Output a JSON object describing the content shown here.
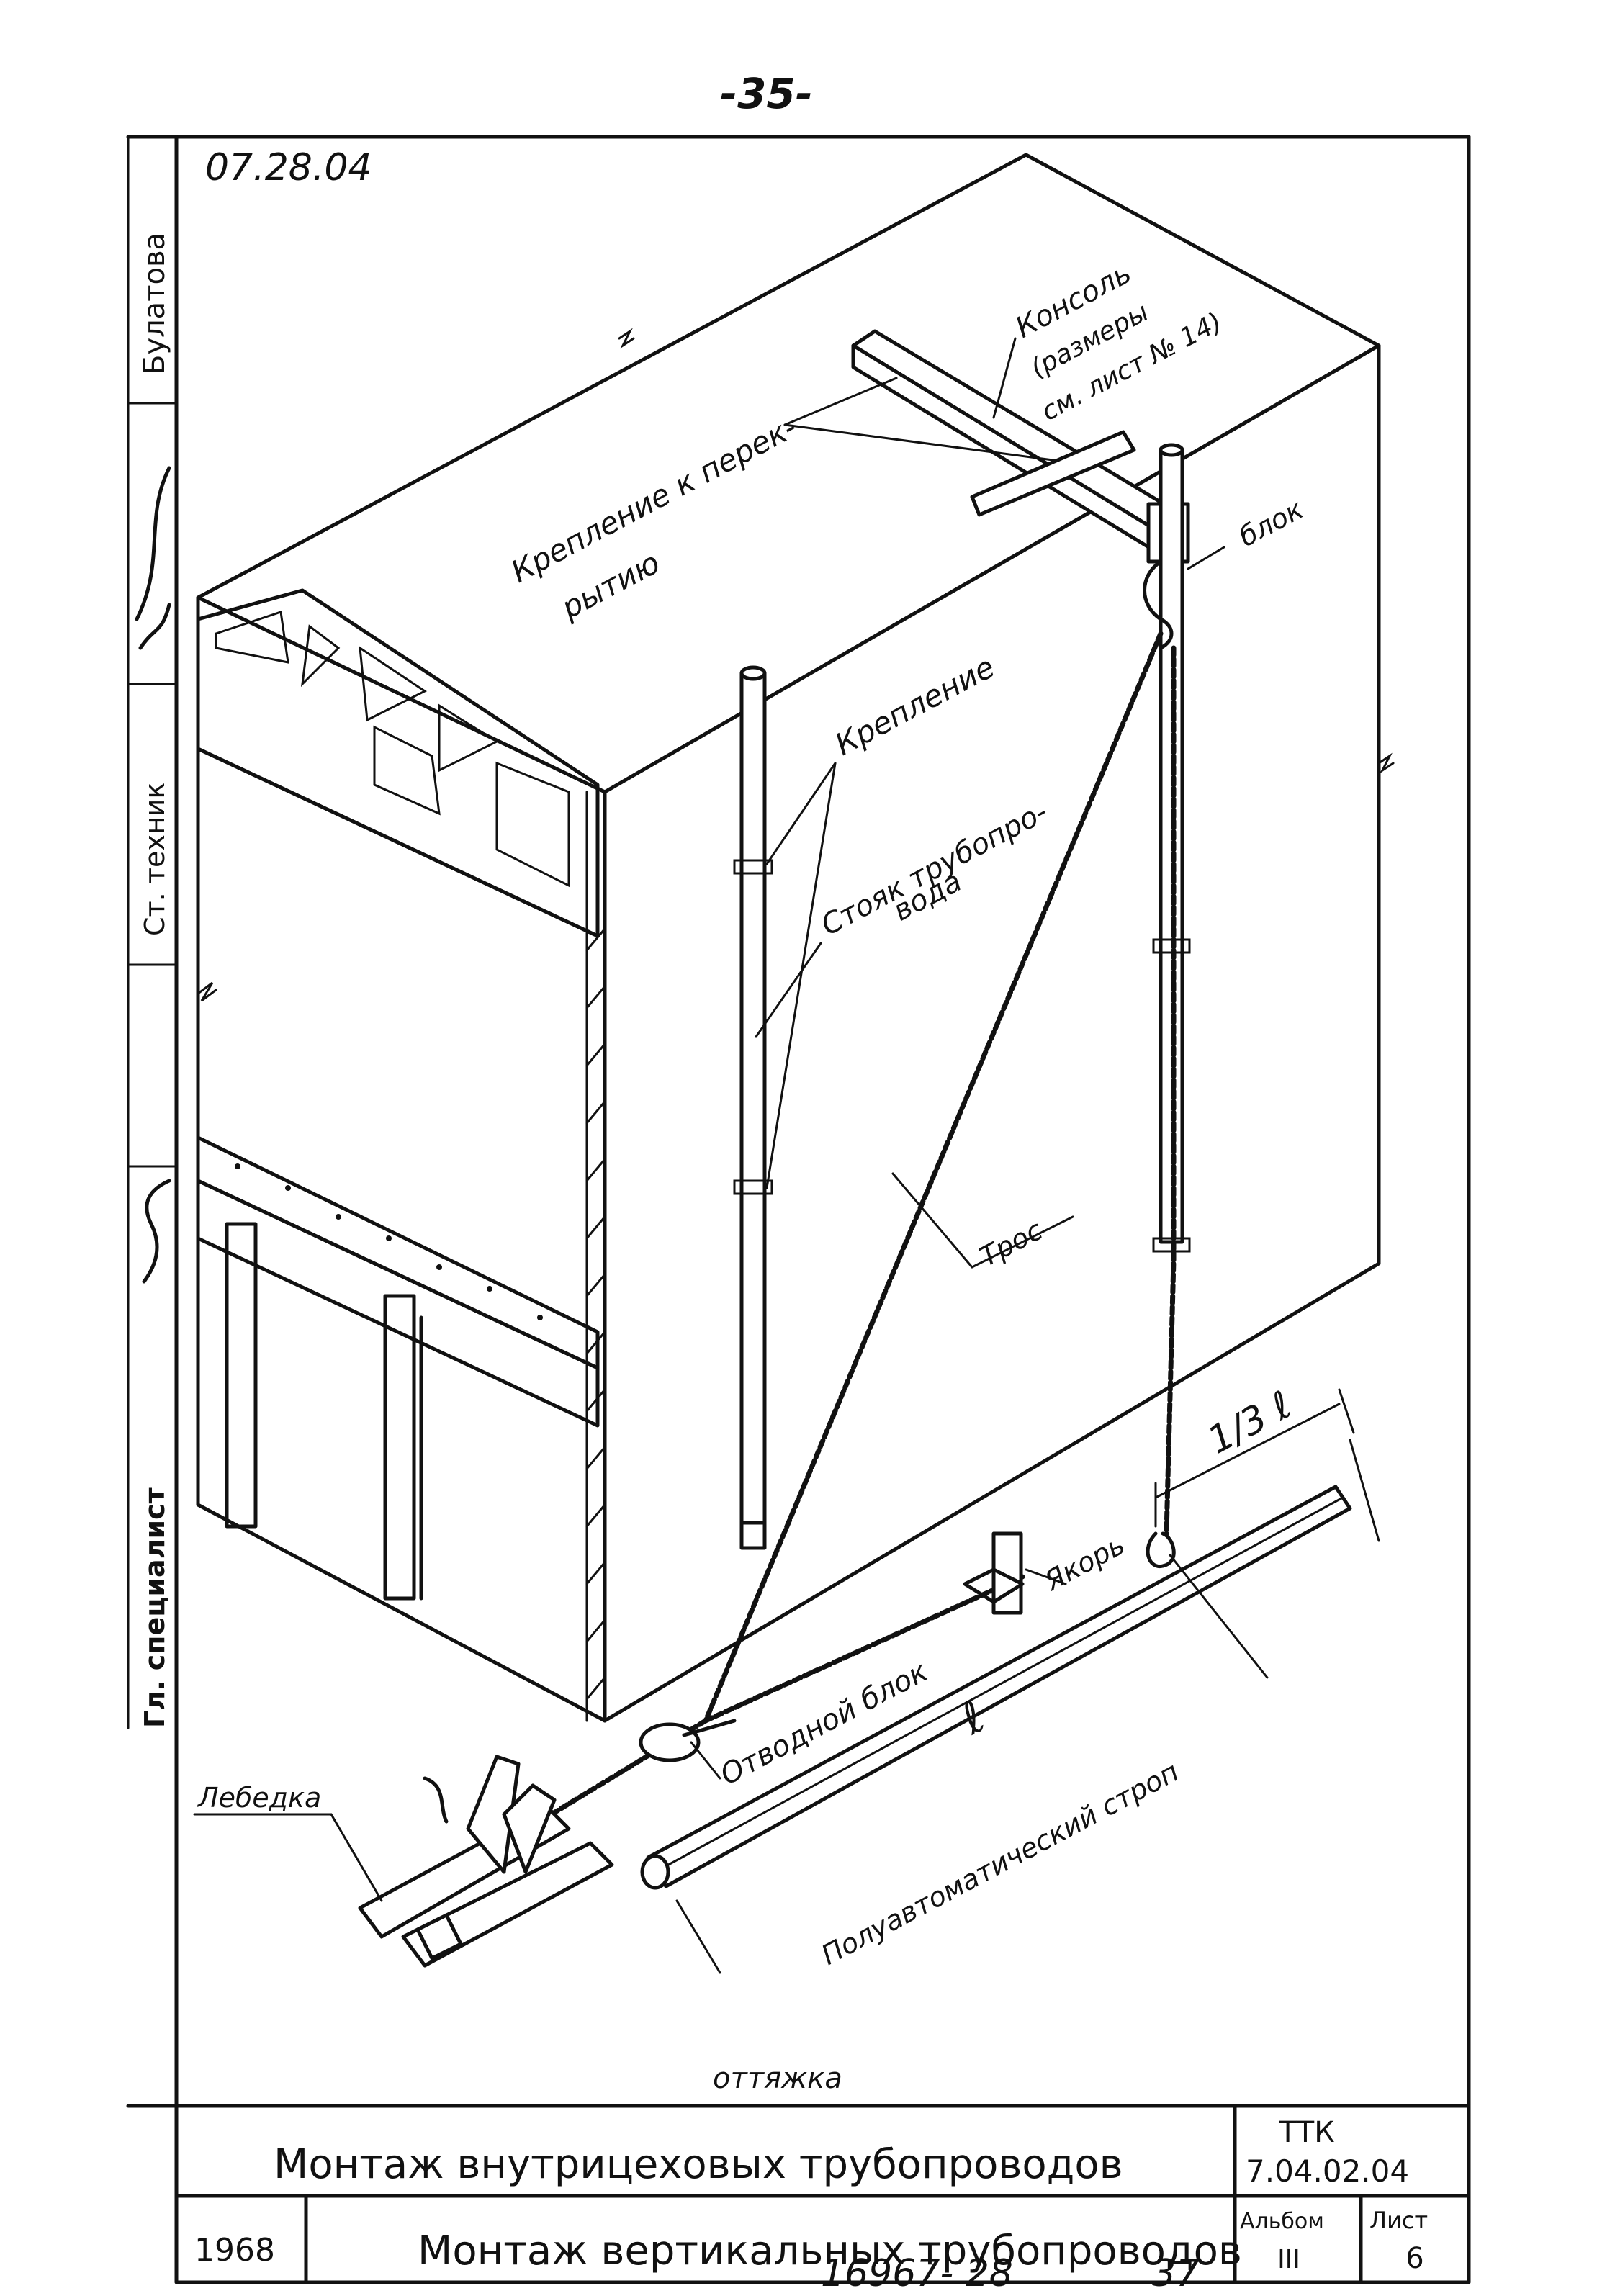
{
  "header": {
    "page_number": "-35-",
    "doc_code": "07.28.04"
  },
  "sidebar": {
    "stamps": [
      "Булатова",
      "Гл. специалист",
      "Ст. техник"
    ]
  },
  "labels": {
    "konsol": "Консоль",
    "razmery": "(размеры",
    "sm_list": "см. лист № 14)",
    "blok": "блок",
    "kreplenie_k_perek": "Крепление к перек-",
    "rytiyu": "рытию",
    "kreplenie": "Крепление",
    "stoyak": "Стояк трубопро-",
    "voda": "вода",
    "tros": "Трос",
    "one_third_l": "1/3 ℓ",
    "yakor": "Якорь",
    "otvodnoy_blok": "Отводной блок",
    "l": "ℓ",
    "poluavt_strop": "Полуавтоматический строп",
    "lebedka": "Лебедка",
    "ottyazhka": "оттяжка"
  },
  "title_block": {
    "main_title": "Монтаж внутрицеховых трубопроводов",
    "sub_title": "Монтаж вертикальных трубопроводов",
    "year": "1968",
    "ttk_label": "ТТК",
    "ttk_code": "7.04.02.04",
    "album_label": "Альбом",
    "album_value": "III",
    "sheet_label": "Лист",
    "sheet_value": "6"
  },
  "footer": {
    "inventory": "16967- 28",
    "page": "37"
  }
}
